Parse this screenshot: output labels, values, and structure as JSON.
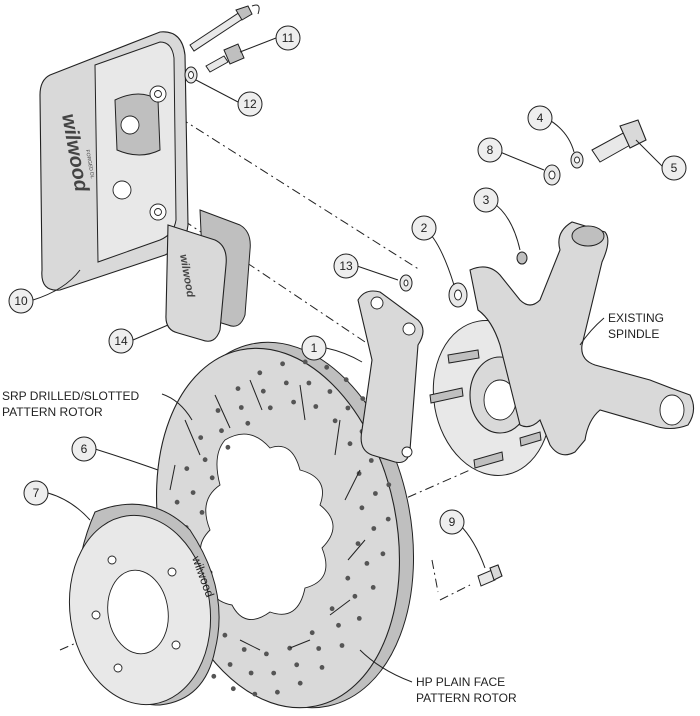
{
  "labels": {
    "existing_spindle_line1": "EXISTING",
    "existing_spindle_line2": "SPINDLE",
    "srp_rotor_line1": "SRP DRILLED/SLOTTED",
    "srp_rotor_line2": "PATTERN ROTOR",
    "hp_rotor_line1": "HP PLAIN FACE",
    "hp_rotor_line2": "PATTERN ROTOR"
  },
  "callouts": {
    "c1": "1",
    "c2": "2",
    "c3": "3",
    "c4": "4",
    "c5": "5",
    "c6": "6",
    "c7": "7",
    "c8": "8",
    "c9": "9",
    "c10": "10",
    "c11": "11",
    "c12": "12",
    "c13": "13",
    "c14": "14"
  },
  "logos": {
    "caliper_logo": "wilwood",
    "caliper_sub": "FORGED DL",
    "pad_logo": "wilwood",
    "hat_logo": "wilwood"
  },
  "colors": {
    "line": "#222222",
    "part_fill": "#d9d9d9",
    "bubble_fill": "#eeeeee",
    "background": "#ffffff"
  }
}
